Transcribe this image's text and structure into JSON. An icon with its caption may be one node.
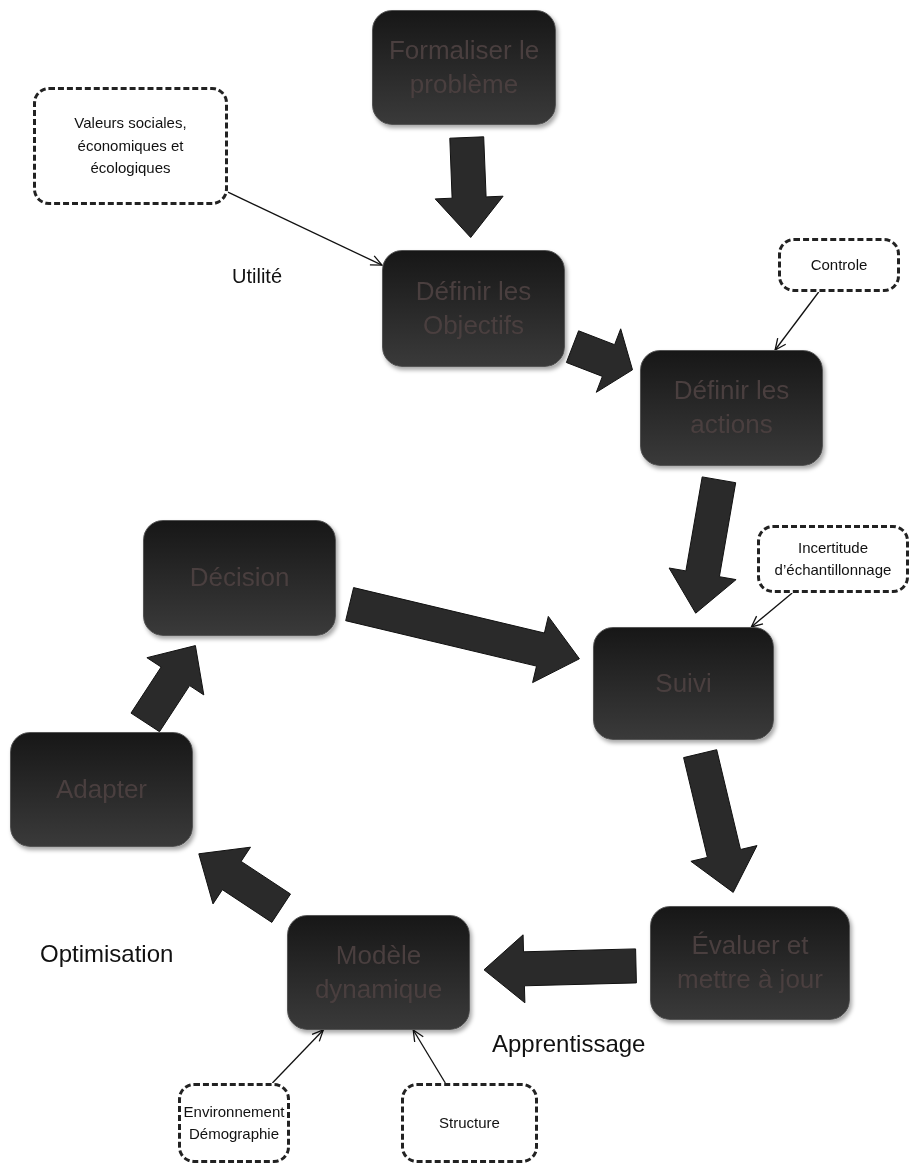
{
  "diagram": {
    "nodes": [
      {
        "text": [
          "Formaliser le problème"
        ]
      },
      {
        "text": [
          "Valeurs sociales, économiques et écologiques"
        ]
      },
      {
        "text": [
          "Définir les Objectifs"
        ]
      },
      {
        "text": [
          "Controle"
        ]
      },
      {
        "text": [
          "Définir les actions"
        ]
      },
      {
        "text": [
          "Décision"
        ]
      },
      {
        "text": [
          "Incertitude d’échantillonnage"
        ]
      },
      {
        "text": [
          "Suivi"
        ]
      },
      {
        "text": [
          "Adapter"
        ]
      },
      {
        "text": [
          "Évaluer et mettre à jour"
        ]
      },
      {
        "text": [
          "Modèle dynamique"
        ]
      },
      {
        "text": [
          "Environnement Démographie"
        ]
      },
      {
        "text": [
          "Structure"
        ]
      }
    ],
    "edges": [
      {
        "from": 0,
        "to": 2,
        "arrow": "to",
        "style": "thick"
      },
      {
        "from": 1,
        "to": 2,
        "arrow": "to",
        "label": "Utilité"
      },
      {
        "from": 2,
        "to": 4,
        "arrow": "to",
        "style": "thick"
      },
      {
        "from": 3,
        "to": 4,
        "arrow": "to"
      },
      {
        "from": 4,
        "to": 7,
        "arrow": "to",
        "style": "thick"
      },
      {
        "from": 5,
        "to": 7,
        "arrow": "to",
        "style": "thick"
      },
      {
        "from": 6,
        "to": 7,
        "arrow": "to"
      },
      {
        "from": 7,
        "to": 9,
        "arrow": "to",
        "style": "thick"
      },
      {
        "from": 9,
        "to": 10,
        "arrow": "to",
        "style": "thick",
        "label": "Apprentissage"
      },
      {
        "from": 10,
        "to": 8,
        "arrow": "to",
        "style": "thick",
        "label": "Optimisation"
      },
      {
        "from": 8,
        "to": 5,
        "arrow": "to",
        "style": "thick"
      },
      {
        "from": 11,
        "to": 10,
        "arrow": "to"
      },
      {
        "from": 12,
        "to": 10,
        "arrow": "to"
      }
    ]
  }
}
